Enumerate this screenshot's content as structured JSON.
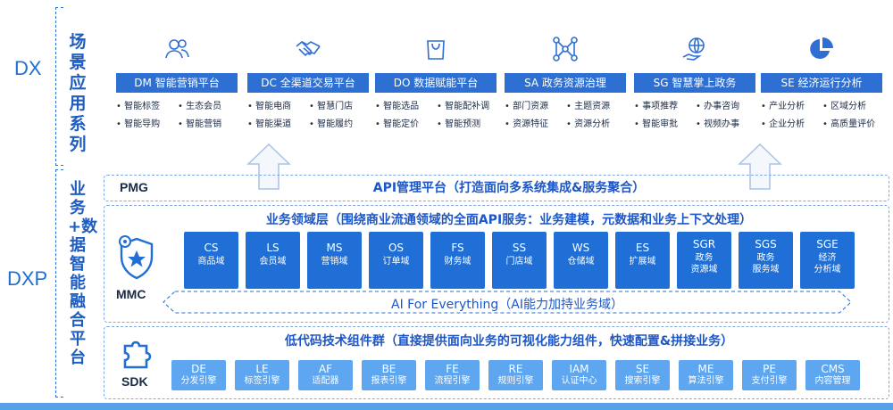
{
  "sections": {
    "dx": {
      "label": "DX",
      "vertical": "场景应用系列"
    },
    "dxp": {
      "label": "DXP",
      "vertical": "业务+数据智能融合平台"
    }
  },
  "dx_items": [
    {
      "icon": "users-icon",
      "title": "DM 智能营销平台",
      "subs": [
        "智能标签",
        "生态会员",
        "智能导购",
        "智能营销"
      ]
    },
    {
      "icon": "handshake-icon",
      "title": "DC 全渠道交易平台",
      "subs": [
        "智能电商",
        "智慧门店",
        "智能渠道",
        "智能履约"
      ]
    },
    {
      "icon": "shopping-bag-icon",
      "title": "DO 数据赋能平台",
      "subs": [
        "智能选品",
        "智能配补调",
        "智能定价",
        "智能预测"
      ]
    },
    {
      "icon": "network-icon",
      "title": "SA 政务资源治理",
      "subs": [
        "部门资源",
        "主题资源",
        "资源特征",
        "资源分析"
      ]
    },
    {
      "icon": "globe-hand-icon",
      "title": "SG 智慧掌上政务",
      "subs": [
        "事项推荐",
        "办事咨询",
        "智能审批",
        "视频办事"
      ]
    },
    {
      "icon": "pie-chart-icon",
      "title": "SE 经济运行分析",
      "subs": [
        "产业分析",
        "区域分析",
        "企业分析",
        "高质量评价"
      ]
    }
  ],
  "pmg": {
    "label": "PMG",
    "title": "API管理平台（打造面向多系统集成&服务聚合）"
  },
  "mmc": {
    "label": "MMC",
    "title": "业务领域层（围绕商业流通领域的全面API服务：业务建模，元数据和业务上下文处理）",
    "modules": [
      {
        "code": "CS",
        "name": "商品域"
      },
      {
        "code": "LS",
        "name": "会员域"
      },
      {
        "code": "MS",
        "name": "营销域"
      },
      {
        "code": "OS",
        "name": "订单域"
      },
      {
        "code": "FS",
        "name": "财务域"
      },
      {
        "code": "SS",
        "name": "门店域"
      },
      {
        "code": "WS",
        "name": "仓储域"
      },
      {
        "code": "ES",
        "name": "扩展域"
      },
      {
        "code": "SGR",
        "name": "政务\n资源域"
      },
      {
        "code": "SGS",
        "name": "政务\n服务域"
      },
      {
        "code": "SGE",
        "name": "经济\n分析域"
      }
    ],
    "ai": "AI For Everything（AI能力加持业务域）"
  },
  "sdk": {
    "label": "SDK",
    "title": "低代码技术组件群（直接提供面向业务的可视化能力组件，快速配置&拼接业务）",
    "modules": [
      {
        "code": "DE",
        "name": "分发引擎"
      },
      {
        "code": "LE",
        "name": "标签引擎"
      },
      {
        "code": "AF",
        "name": "适配器"
      },
      {
        "code": "BE",
        "name": "报表引擎"
      },
      {
        "code": "FE",
        "name": "流程引擎"
      },
      {
        "code": "RE",
        "name": "规则引擎"
      },
      {
        "code": "IAM",
        "name": "认证中心"
      },
      {
        "code": "SE",
        "name": "搜索引擎"
      },
      {
        "code": "ME",
        "name": "算法引擎"
      },
      {
        "code": "PE",
        "name": "支付引擎"
      },
      {
        "code": "CMS",
        "name": "内容管理"
      }
    ]
  },
  "colors": {
    "primary": "#1f6fd6",
    "light": "#5ea6f0",
    "title_blue": "#1c56c7",
    "arrow": "#b9cde8"
  }
}
